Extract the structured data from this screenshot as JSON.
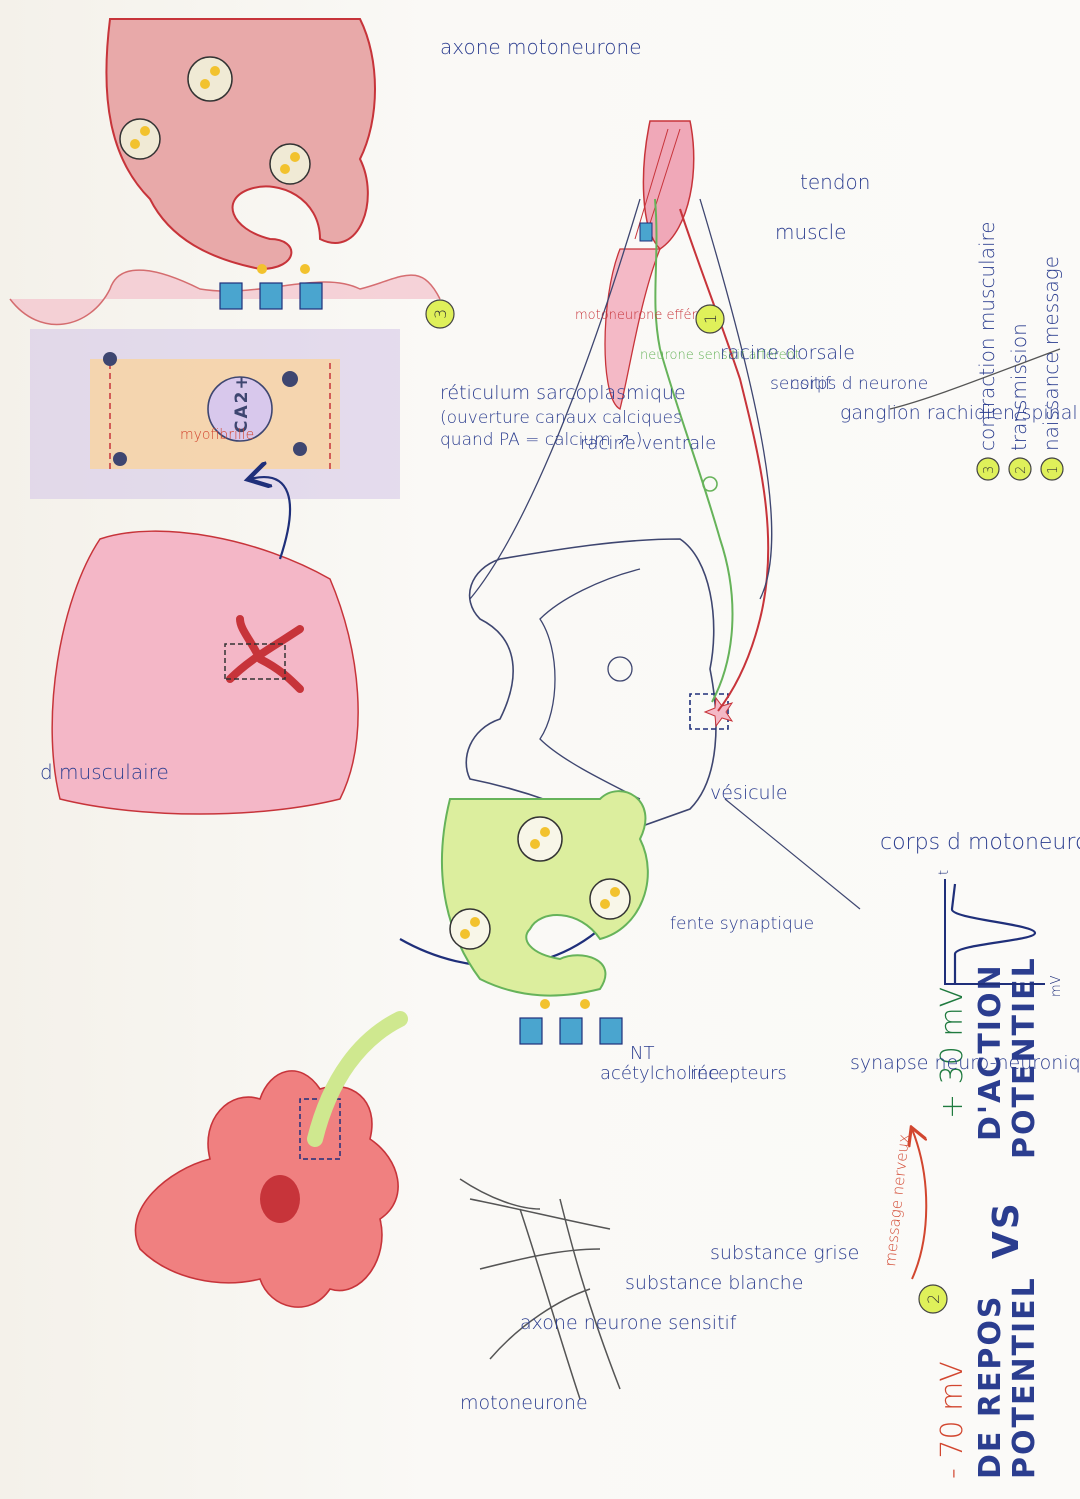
{
  "title": {
    "rest_line1": "POTENTIEL",
    "rest_line2": "DE REPOS",
    "rest_value": "- 70 mV",
    "vs": "VS",
    "action_line1": "POTENTIEL",
    "action_line2": "D'ACTION",
    "action_value": "+ 30 mV",
    "arrow_label": "message nerveux",
    "graph_axis_y": "mV",
    "graph_axis_x": "t"
  },
  "legend": {
    "items": [
      {
        "num": "1",
        "label": "naissance message"
      },
      {
        "num": "2",
        "label": "transmission"
      },
      {
        "num": "3",
        "label": "contraction musculaire"
      }
    ]
  },
  "labels": {
    "tendon": "tendon",
    "muscle": "muscle",
    "neurone_afferent": "neurone sensitif afférent",
    "motoneurone_efferent": "motoneurone efférent",
    "racine_dorsale": "racine dorsale",
    "corps_neurone_sensitif_1": "corps d neurone",
    "corps_neurone_sensitif_2": "sensitif",
    "ganglion": "ganglion rachidien/spinal",
    "racine_ventrale": "racine ventrale",
    "corps_motoneurone": "corps d motoneurone",
    "synapse": "synapse neuro-neuronique",
    "substance_grise": "substance grise",
    "substance_blanche": "substance blanche",
    "axone_sensitif": "axone neurone sensitif",
    "motoneurone": "motoneurone",
    "vesicule": "vésicule",
    "fente": "fente synaptique",
    "recepteurs": "récepteurs",
    "nt": "NT",
    "acetylcholine": "acétylcholine",
    "axone_motoneurone": "axone motoneurone",
    "reticulum": "réticulum sarcoplasmique",
    "reticulum_note1": "(ouverture canaux calciques",
    "reticulum_note2": "quand PA = calcium ↗ )",
    "myofibrille": "myofibrille",
    "ca": "CA2+",
    "cellule_musculaire": "d musculaire"
  },
  "badges": {
    "b1": "1",
    "b2": "2",
    "b3": "3"
  },
  "colors": {
    "title_blue": "#2b3d8f",
    "title_red": "#d2462f",
    "title_green": "#1f7a3f",
    "motor_red": "#c7343a",
    "sensory_green": "#66b35a",
    "nerve_ink": "#3e4670",
    "synapse_pink": "#d88c98",
    "synapse_green": "#cfe88f",
    "receptor_blue": "#4aa5cf",
    "badge_yellow": "#dff05a"
  }
}
